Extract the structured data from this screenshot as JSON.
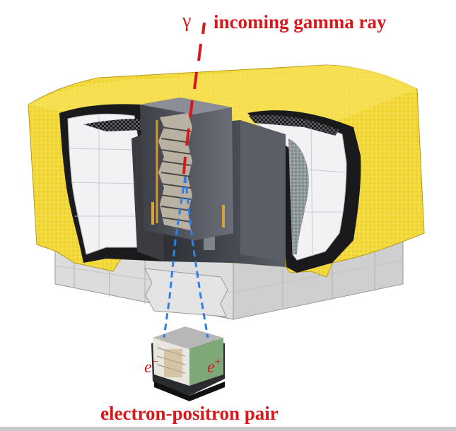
{
  "labels": {
    "gamma_symbol": "γ",
    "incoming": "incoming gamma ray",
    "pair": "electron-positron pair",
    "electron_symbol": "e",
    "electron_charge": "−",
    "positron_symbol": "e",
    "positron_charge": "+"
  },
  "colors": {
    "annotation_red": "#d8191c",
    "track_blue": "#2e7fe6",
    "shield_yellow": "#f3d93a",
    "detector_gray": "#44464c",
    "base_gray": "#cfcfcf"
  }
}
